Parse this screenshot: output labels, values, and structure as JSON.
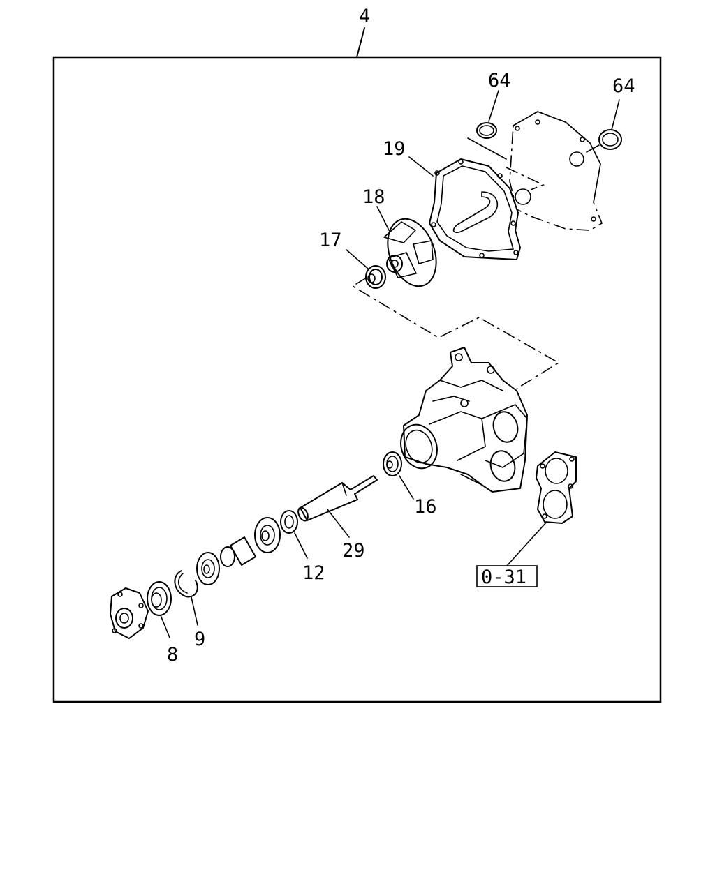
{
  "assembly_label": "4",
  "callouts": {
    "c64a": "64",
    "c64b": "64",
    "c19": "19",
    "c18": "18",
    "c17": "17",
    "c16": "16",
    "c29": "29",
    "c12": "12",
    "c9": "9",
    "c8": "8"
  },
  "reference_box": "0-31"
}
